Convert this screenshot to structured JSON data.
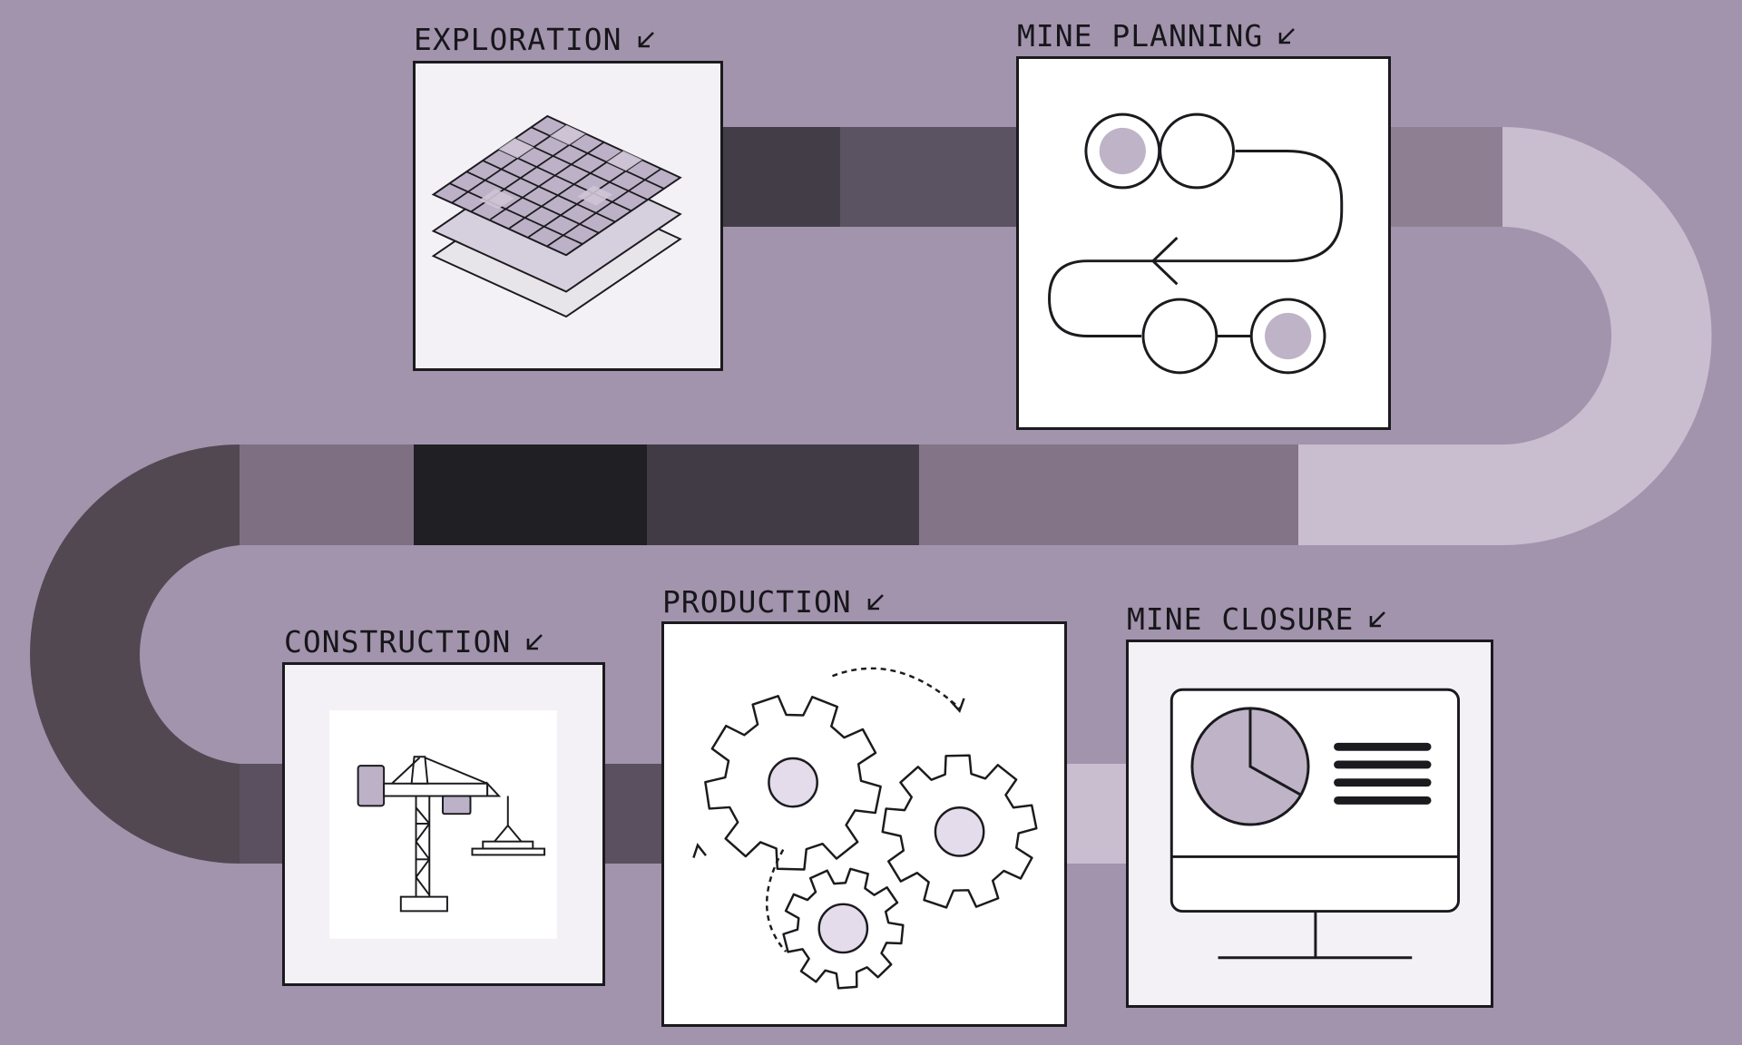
{
  "stages": [
    {
      "id": "exploration",
      "label": "EXPLORATION",
      "icon": "layered-grid-icon"
    },
    {
      "id": "mine-planning",
      "label": "MINE PLANNING",
      "icon": "flow-path-icon"
    },
    {
      "id": "construction",
      "label": "CONSTRUCTION",
      "icon": "crane-icon"
    },
    {
      "id": "production",
      "label": "PRODUCTION",
      "icon": "gears-icon"
    },
    {
      "id": "mine-closure",
      "label": "MINE CLOSURE",
      "icon": "monitor-chart-icon"
    }
  ],
  "label_arrow_icon": "arrow-down-left-icon",
  "colors": {
    "background": "#a294ad",
    "card_fill": "#f3f1f5",
    "ink": "#1b1a1e",
    "accent_light": "#c9bdd0",
    "accent_mid": "#bfb3c7",
    "track_darkest": "#201f23",
    "track_dark": "#413b45",
    "track_mid": "#5b5262",
    "track_muted": "#837587",
    "track_soft": "#8f7f92"
  }
}
